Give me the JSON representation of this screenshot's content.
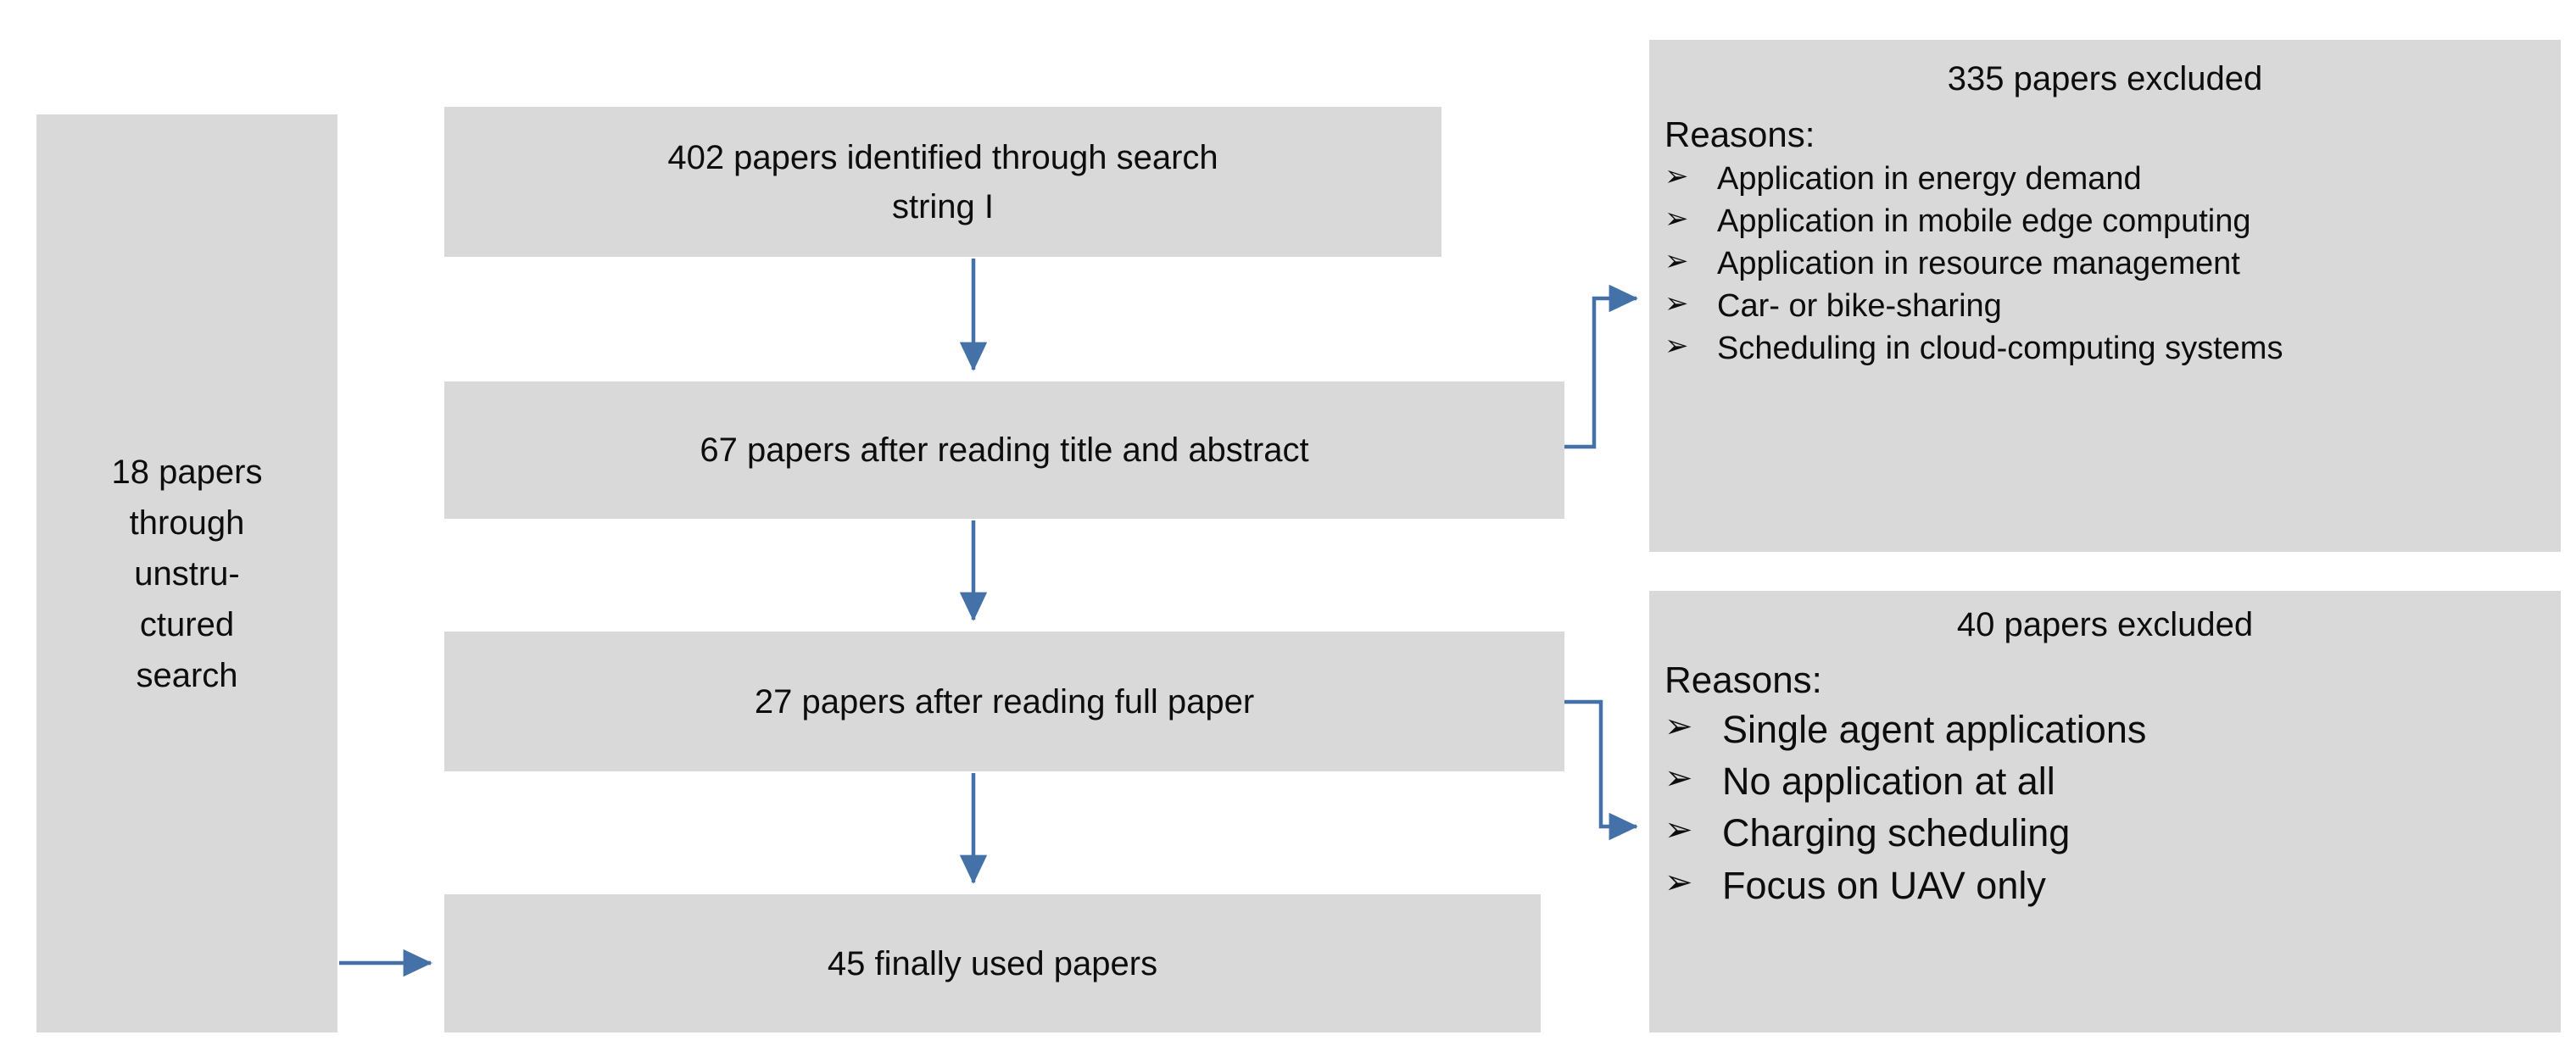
{
  "diagram": {
    "title": "Literature selection flow diagram",
    "accent_arrow_color": "#4472A8",
    "box_fill_color": "#D9D9D9",
    "text_color": "#0D0D0D",
    "bullet_glyph": "➢"
  },
  "source_box": {
    "label": "18 papers\nthrough\nunstru-\nctured\nsearch"
  },
  "flow": {
    "step1": {
      "label": "402 papers identified through search\nstring I"
    },
    "step2": {
      "label": "67 papers after reading title and abstract"
    },
    "step3": {
      "label": "27 papers after reading full paper"
    },
    "step4": {
      "label": "45 finally used papers"
    }
  },
  "exclusions": [
    {
      "title": "335 papers excluded",
      "reasons_label": "Reasons:",
      "reasons": [
        "Application in energy demand",
        "Application in mobile edge computing",
        "Application in resource management",
        "Car- or bike-sharing",
        "Scheduling in cloud-computing systems"
      ]
    },
    {
      "title": "40 papers excluded",
      "reasons_label": "Reasons:",
      "reasons": [
        "Single agent applications",
        "No application at all",
        "Charging scheduling",
        "Focus on UAV only"
      ]
    }
  ],
  "connectors": [
    {
      "name": "step1-to-step2",
      "kind": "vertical-arrow"
    },
    {
      "name": "step2-to-exclusion-1",
      "kind": "elbow-arrow"
    },
    {
      "name": "step2-to-step3",
      "kind": "vertical-arrow"
    },
    {
      "name": "step3-to-exclusion-2",
      "kind": "elbow-arrow"
    },
    {
      "name": "step3-to-step4",
      "kind": "vertical-arrow"
    },
    {
      "name": "source-to-step4",
      "kind": "horizontal-arrow"
    }
  ]
}
